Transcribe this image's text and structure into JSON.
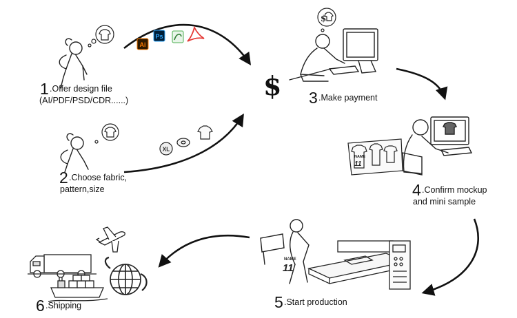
{
  "steps": [
    {
      "number": "1",
      "text": ".Offer design file",
      "sub": "(AI/PDF/PSD/CDR......)"
    },
    {
      "number": "2",
      "text": ".Choose fabric,",
      "sub": "pattern,size"
    },
    {
      "number": "3",
      "text": ".Make payment",
      "sub": ""
    },
    {
      "number": "4",
      "text": ".Confirm mockup",
      "sub": "and mini sample"
    },
    {
      "number": "5",
      "text": ".Start production",
      "sub": ""
    },
    {
      "number": "6",
      "text": ".Shipping",
      "sub": ""
    }
  ],
  "file_icons": [
    {
      "name": "ai-icon",
      "label": "Ai",
      "color": "#ff7c00",
      "bg": "#2f1a00"
    },
    {
      "name": "ps-icon",
      "label": "Ps",
      "color": "#31a8ff",
      "bg": "#001e36"
    },
    {
      "name": "cdr-icon",
      "label": "",
      "color": "#4caf50",
      "bg": "#e8f5e9"
    },
    {
      "name": "pdf-icon",
      "label": "",
      "color": "#e53935",
      "bg": "#ffffff"
    }
  ],
  "currency_symbol": "$",
  "size_badge": "XL",
  "jersey_name": "NAME",
  "jersey_number": "11",
  "colors": {
    "stroke": "#222222",
    "arrow": "#111111"
  }
}
